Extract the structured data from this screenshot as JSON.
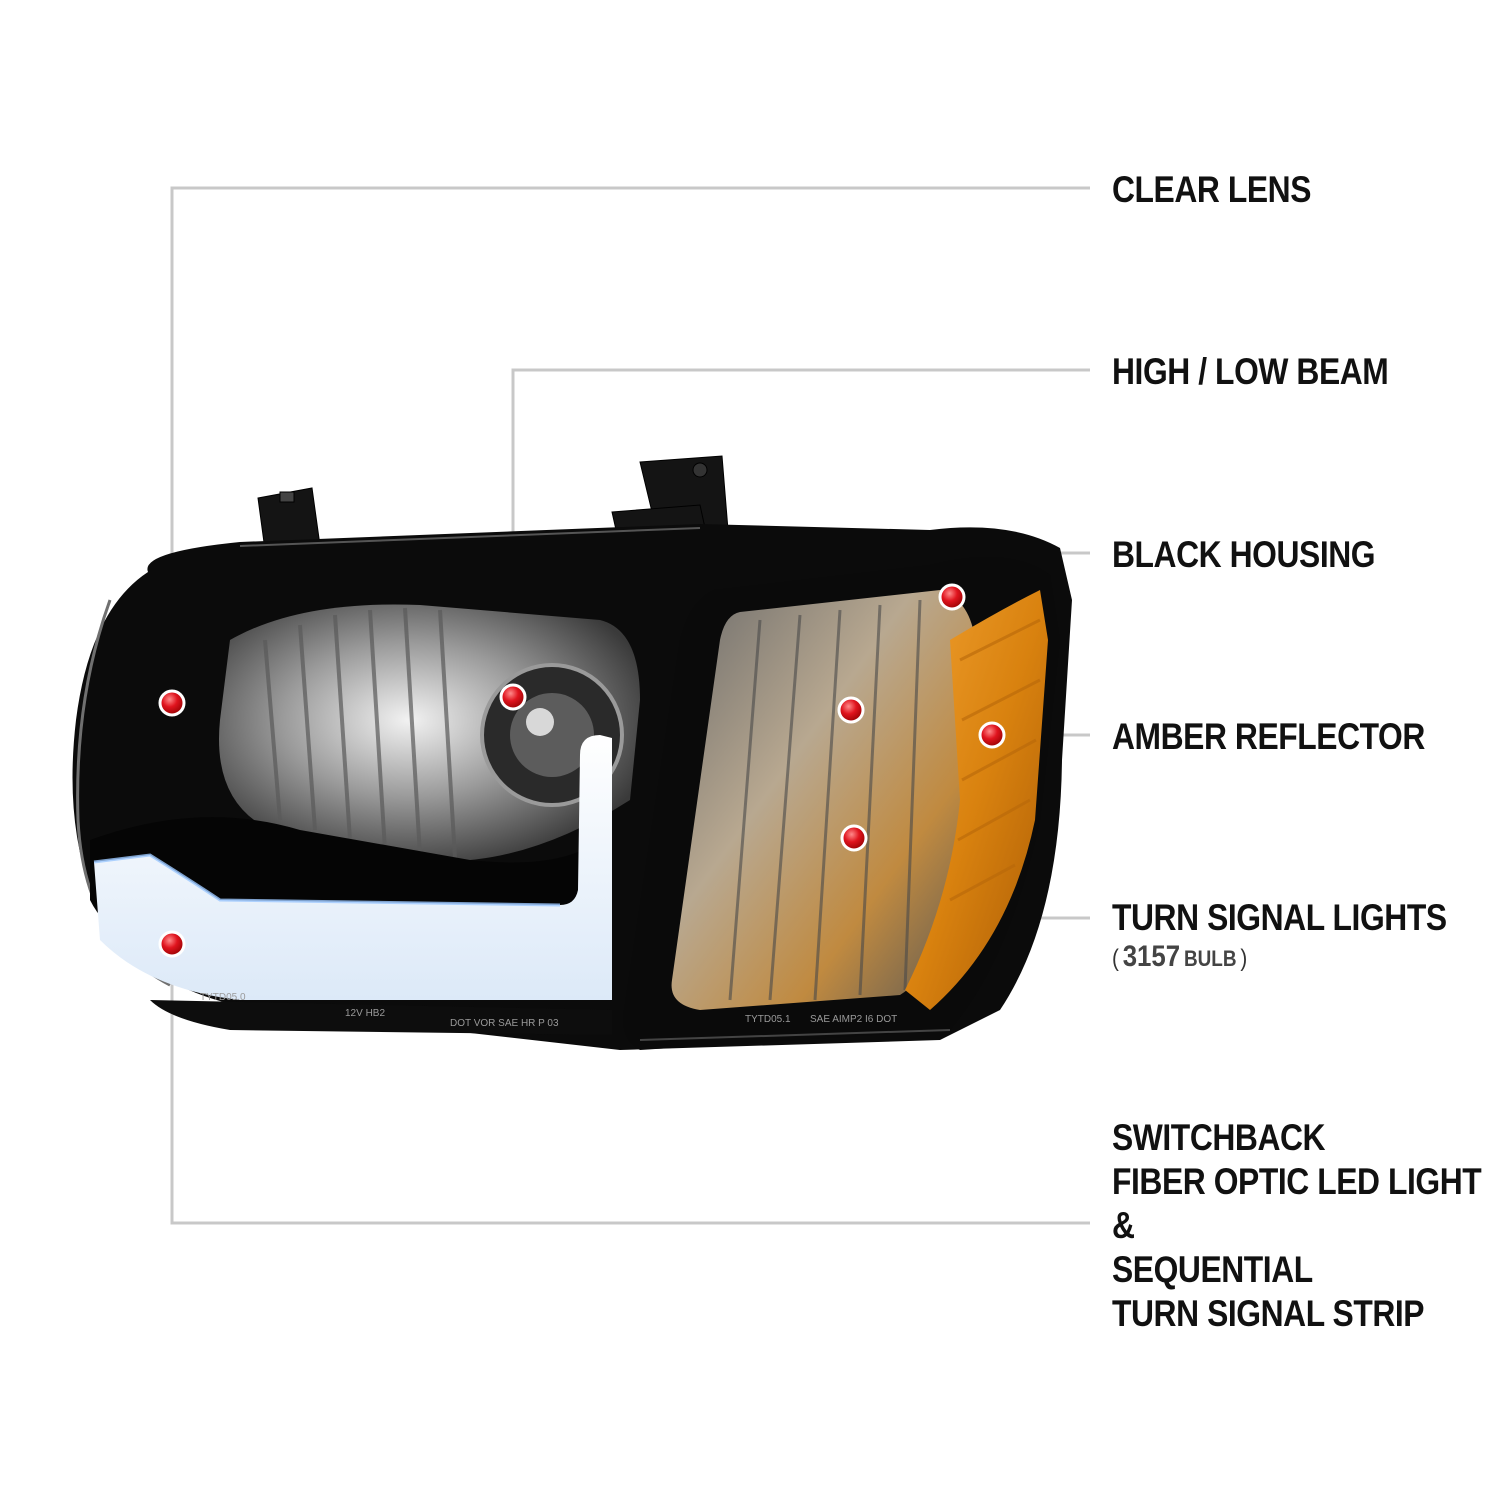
{
  "callouts": {
    "clear_lens": "CLEAR LENS",
    "high_low_beam": "HIGH / LOW BEAM",
    "black_housing": "BLACK HOUSING",
    "amber_reflector": "AMBER REFLECTOR",
    "turn_signal_lights": "TURN SIGNAL LIGHTS",
    "bulb_open": "(",
    "bulb_number": "3157",
    "bulb_word": "BULB",
    "bulb_close": ")",
    "switchback": [
      "SWITCHBACK",
      "FIBER OPTIC LED LIGHT",
      "&",
      "SEQUENTIAL",
      "TURN SIGNAL STRIP"
    ]
  },
  "colors": {
    "callout_dot": "#e0141e",
    "leader_line": "#c8c8c8",
    "housing": "#0b0b0b",
    "amber": "#d9820f",
    "led_strip": "#eef6ff"
  },
  "product_markings": {
    "lens_code_1": "TYTD05.0",
    "lens_code_2": "12V HB2",
    "lens_code_3": "DOT VOR SAE HR P 03",
    "corner_code_1": "TYTD05.1",
    "corner_code_2": "SAE AIMP2 I6 DOT"
  }
}
